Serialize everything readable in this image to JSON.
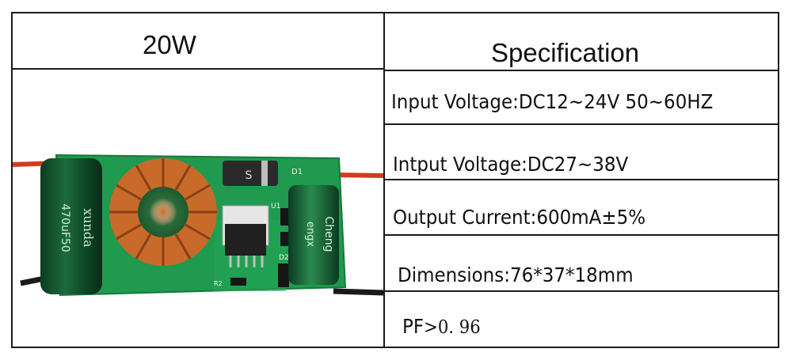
{
  "table": {
    "left_header": "20W",
    "right_header": "Specification",
    "rows": [
      {
        "label": "Input Voltage:",
        "value": "DC12~24V 50~60HZ"
      },
      {
        "label": "Intput Voltage:",
        "value": "DC27~38V"
      },
      {
        "label": "Output Current:",
        "value": "600mA±5%"
      },
      {
        "label": "Dimensions:",
        "value": "76*37*18mm"
      },
      {
        "label": "PF",
        "value": ">0. 96"
      }
    ]
  },
  "photo": {
    "capacitor_left_text": "470uF50",
    "capacitor_left_brand": "xunda",
    "capacitor_right_text": "Cheng",
    "capacitor_right_brand": "engx",
    "diode_label": "D1",
    "diode_mark": "S",
    "silk_u1": "U1",
    "silk_d2": "D2",
    "silk_r2": "R2",
    "silk_r4r3": "R4 R3"
  },
  "colors": {
    "pcb": "#1f9a4e",
    "copper": "#c86b2a",
    "line": "#1a1a1a"
  }
}
